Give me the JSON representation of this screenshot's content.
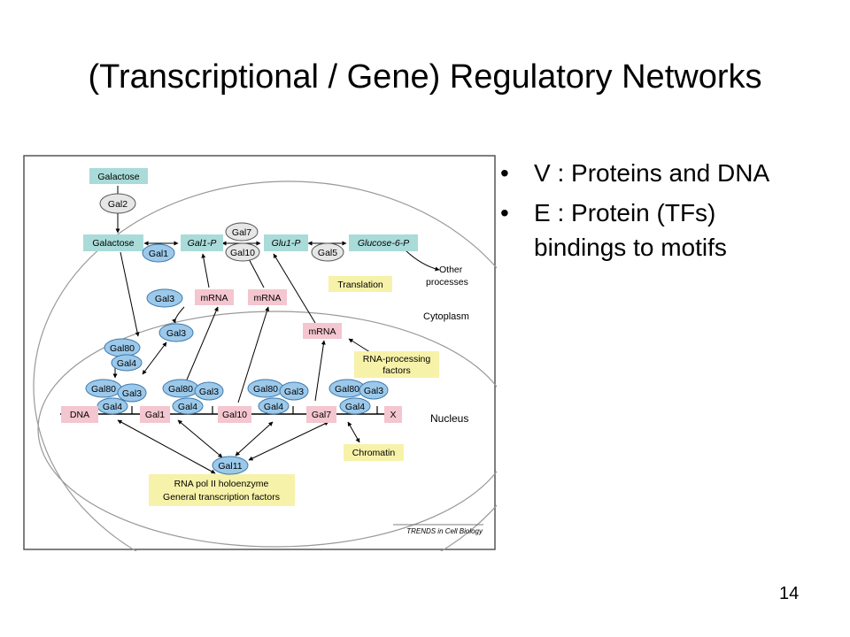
{
  "slide": {
    "title": "(Transcriptional / Gene) Regulatory Networks",
    "bullets": [
      {
        "marker": "•",
        "text": "V : Proteins and DNA"
      },
      {
        "marker": "•",
        "text": "E : Protein (TFs) bindings to motifs"
      }
    ],
    "page_number": "14"
  },
  "diagram": {
    "labels": {
      "galactose_out": "Galactose",
      "gal2": "Gal2",
      "galactose_in": "Galactose",
      "gal1p": "Gal1-P",
      "glu1p": "Glu1-P",
      "glucose6p": "Glucose-6-P",
      "gal7_top": "Gal7",
      "gal10_top": "Gal10",
      "gal5": "Gal5",
      "gal1_enz": "Gal1",
      "other_processes_1": "Other",
      "other_processes_2": "processes",
      "gal3_a": "Gal3",
      "mrna_a": "mRNA",
      "mrna_b": "mRNA",
      "translation": "Translation",
      "cytoplasm": "Cytoplasm",
      "gal3_b": "Gal3",
      "mrna_c": "mRNA",
      "gal80_free": "Gal80",
      "gal4_free": "Gal4",
      "rna_proc_1": "RNA-processing",
      "rna_proc_2": "factors",
      "gal80": "Gal80",
      "gal3": "Gal3",
      "gal4": "Gal4",
      "dna": "DNA",
      "gene_gal1": "Gal1",
      "gene_gal10": "Gal10",
      "gene_gal7": "Gal7",
      "gene_x": "X",
      "nucleus": "Nucleus",
      "chromatin": "Chromatin",
      "gal11": "Gal11",
      "pol_1": "RNA pol II holoenzyme",
      "pol_2": "General transcription factors",
      "credit": "TRENDS in Cell Biology"
    },
    "colors": {
      "metabolite": "#a9dbd9",
      "gene": "#f4c6cf",
      "yellow": "#f7f2a9",
      "protein": "#9cc9ea",
      "protein_border": "#3d78ad",
      "grey_enzyme": "#e6e6e6"
    }
  }
}
